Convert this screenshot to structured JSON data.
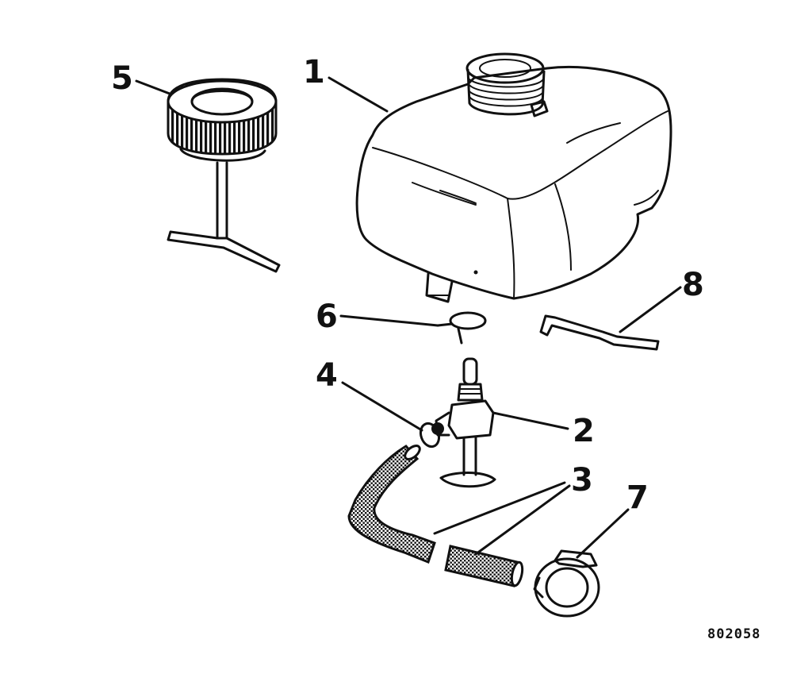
{
  "callouts": {
    "c1": "1",
    "c2": "2",
    "c3": "3",
    "c4": "4",
    "c5": "5",
    "c6": "6",
    "c7": "7",
    "c8": "8"
  },
  "figure_number": "802058"
}
